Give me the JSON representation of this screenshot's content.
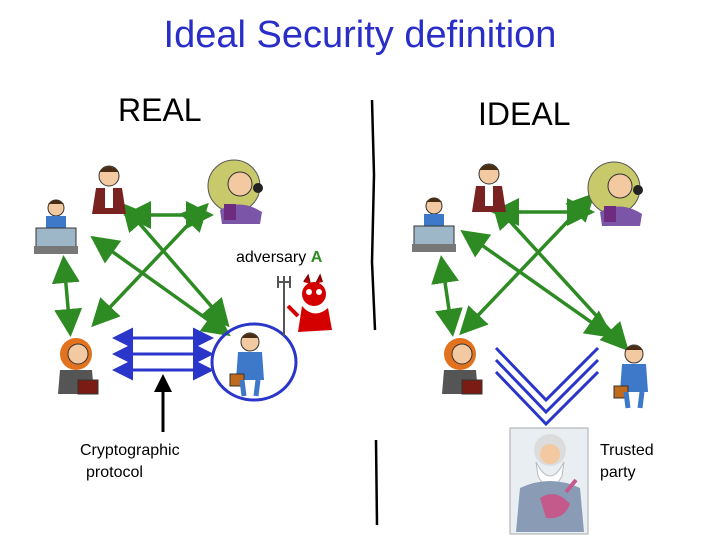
{
  "title": "Ideal Security definition",
  "left_heading": "REAL",
  "right_heading": "IDEAL",
  "adversary": {
    "text": "adversary ",
    "letter": "A"
  },
  "protocol_label": {
    "line1": "Cryptographic",
    "line2": "protocol"
  },
  "trusted_label": {
    "line1": "Trusted",
    "line2": "party"
  },
  "colors": {
    "title": "#2a2ec9",
    "arrow_green": "#2e8b23",
    "arrow_blue": "#2a35c9",
    "circle": "#2a35c9",
    "divider": "#000000"
  },
  "icons": [
    "man-at-desk-icon",
    "man-with-phone-icon",
    "woman-with-phone-icon",
    "woman-with-briefcase-icon",
    "businessman-icon",
    "devil-adversary-icon",
    "wizard-trusted-party-icon"
  ]
}
